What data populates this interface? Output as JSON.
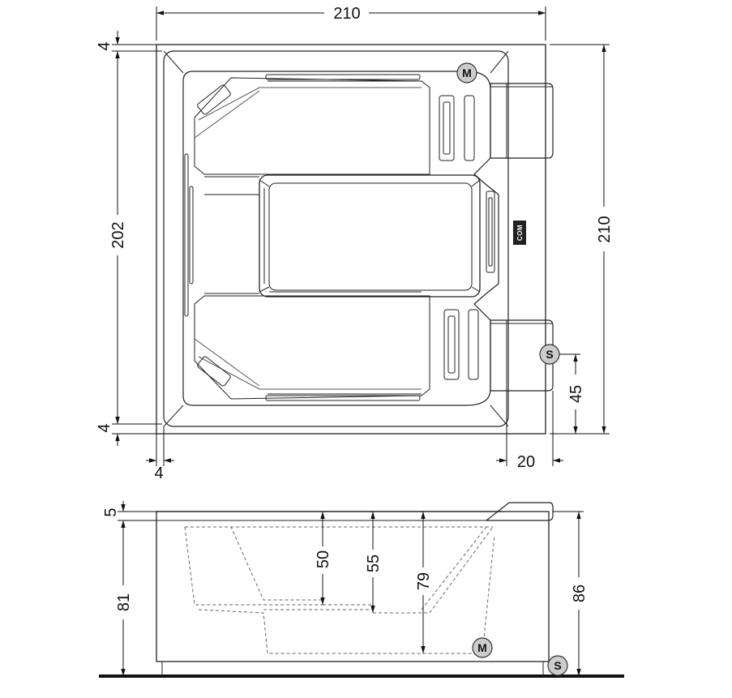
{
  "top_view": {
    "dim_width": "210",
    "dim_height_outer": "210",
    "dim_height_inner": "202",
    "dim_rim_top": "4",
    "dim_rim_bottom": "4",
    "dim_rim_left": "4",
    "dim_pillow_offset": "20",
    "dim_s_offset": "45",
    "com_label": "COM",
    "marker_motor": "M",
    "marker_skimmer": "S"
  },
  "side_view": {
    "dim_rim": "5",
    "dim_inner_height": "81",
    "dim_total_height": "86",
    "dim_seat_depth": "50",
    "dim_mid_depth": "55",
    "dim_deep_depth": "79",
    "marker_motor": "M",
    "marker_skimmer": "S"
  }
}
